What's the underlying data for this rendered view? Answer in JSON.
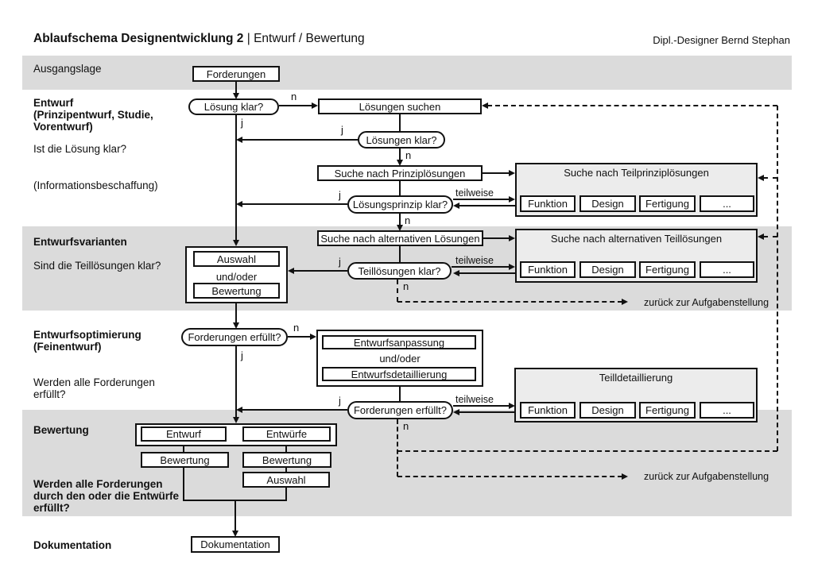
{
  "header": {
    "title_bold": "Ablaufschema Designentwicklung 2",
    "title_rest": "| Entwurf / Bewertung",
    "author": "Dipl.-Designer Bernd Stephan"
  },
  "sections": {
    "ausgangslage": {
      "title": "Ausgangslage"
    },
    "entwurf": {
      "title": "Entwurf",
      "sub1": "(Prinzipentwurf, Studie,",
      "sub2": "Vorentwurf)",
      "q": "Ist die Lösung klar?",
      "note": "(Informationsbeschaffung)"
    },
    "varianten": {
      "title": "Entwurfsvarianten",
      "q": "Sind die Teillösungen klar?"
    },
    "optimierung": {
      "title": "Entwurfsoptimierung",
      "sub": "(Feinentwurf)",
      "q1": "Werden alle Forderungen",
      "q2": "erfüllt?"
    },
    "bewertung": {
      "title": "Bewertung",
      "q1": "Werden alle Forderungen",
      "q2": "durch den oder die Entwürfe",
      "q3": "erfüllt?"
    },
    "dokumentation": {
      "title": "Dokumentation"
    }
  },
  "nodes": {
    "forderungen": "Forderungen",
    "loesung_klar": "Lösung klar?",
    "loesungen_suchen": "Lösungen suchen",
    "loesungen_klar": "Lösungen klar?",
    "suche_prinzip": "Suche nach Prinziplösungen",
    "suche_teilprinzip": "Suche nach Teilprinziplösungen",
    "loesungsprinzip_klar": "Lösungsprinzip klar?",
    "suche_alternativ": "Suche nach alternativen Lösungen",
    "suche_alternativ_teil": "Suche nach alternativen Teillösungen",
    "teilloesungen_klar": "Teillösungen klar?",
    "auswahl": "Auswahl",
    "und_oder": "und/oder",
    "bewertung": "Bewertung",
    "forderungen_erfuellt": "Forderungen erfüllt?",
    "entwurfsanpassung": "Entwurfsanpassung",
    "entwurfsdetaillierung": "Entwurfsdetaillierung",
    "teilldetaillierung": "Teilldetaillierung",
    "entwurf": "Entwurf",
    "entwuerfe": "Entwürfe",
    "dokumentation": "Dokumentation",
    "funktion": "Funktion",
    "design": "Design",
    "fertigung": "Fertigung",
    "dots": "..."
  },
  "edges": {
    "j": "j",
    "n": "n",
    "teilweise": "teilweise",
    "zurueck": "zurück zur Aufgabenstellung"
  },
  "colors": {
    "band": "#dbdbdb",
    "panel": "#ececec",
    "line": "#111111"
  }
}
